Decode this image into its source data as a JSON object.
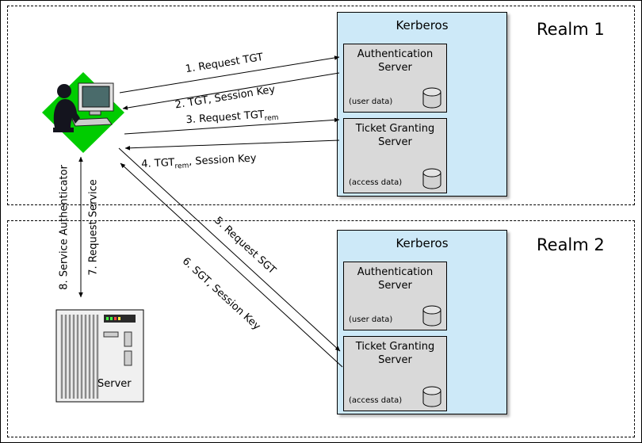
{
  "colors": {
    "kerberos_fill": "#cde9f8",
    "inner_box_fill": "#d9d9d9",
    "client_diamond_green": "#00cc00",
    "line_color": "#000000",
    "background": "#ffffff"
  },
  "realm1": {
    "label": "Realm 1",
    "kerberos": {
      "title": "Kerberos",
      "auth_server": {
        "title": "Authentication Server",
        "data_label": "(user data)"
      },
      "ticket_server": {
        "title": "Ticket Granting Server",
        "data_label": "(access data)"
      }
    }
  },
  "realm2": {
    "label": "Realm 2",
    "kerberos": {
      "title": "Kerberos",
      "auth_server": {
        "title": "Authentication Server",
        "data_label": "(user data)"
      },
      "ticket_server": {
        "title": "Ticket Granting Server",
        "data_label": "(access data)"
      }
    }
  },
  "server": {
    "label": "Server"
  },
  "arrows": {
    "a1": {
      "label": "1. Request TGT"
    },
    "a2": {
      "label": "2. TGT, Session Key"
    },
    "a3": {
      "prefix": "3. Request TGT",
      "sub": "rem",
      "suffix": ""
    },
    "a4": {
      "prefix": "4. TGT",
      "sub": "rem",
      "suffix": ", Session Key"
    },
    "a5": {
      "label": "5. Request SGT"
    },
    "a6": {
      "label": "6. SGT, Session Key"
    },
    "a7": {
      "label": "7. Request Service"
    },
    "a8": {
      "label": "8. Service Authenticator"
    }
  }
}
